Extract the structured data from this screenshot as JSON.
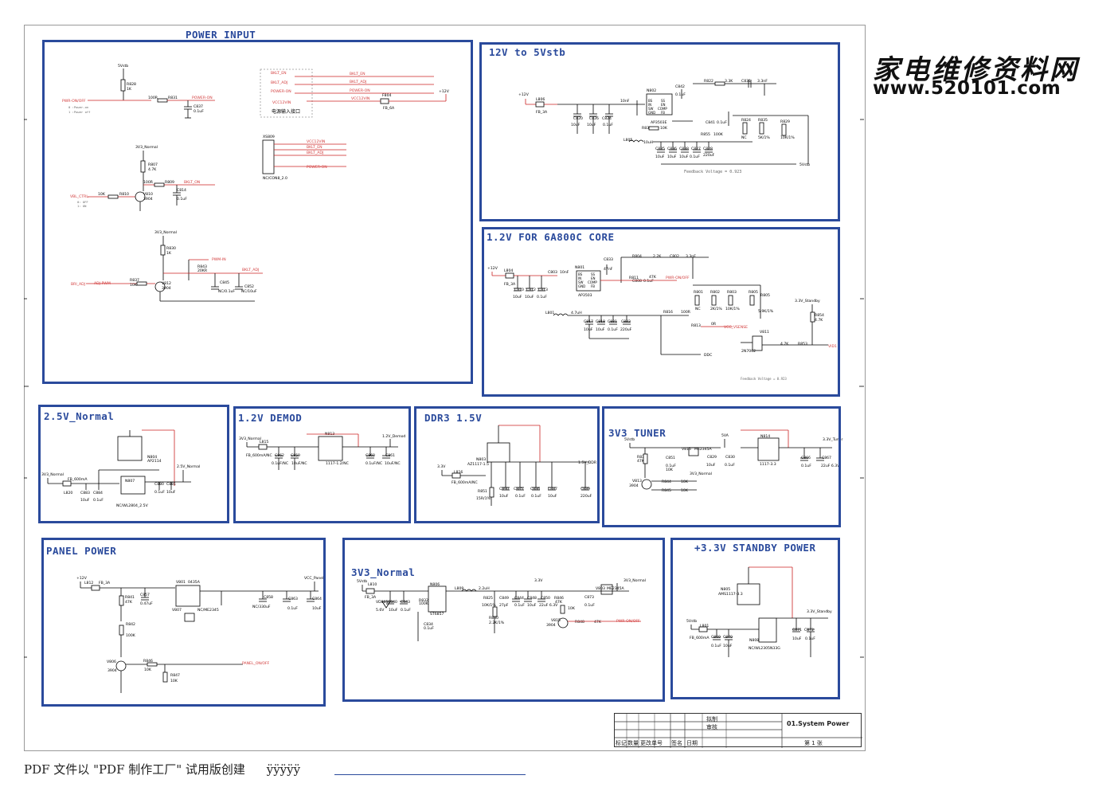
{
  "watermark": {
    "line1": "家电维修资料网",
    "line2": "www.520101.com"
  },
  "footer": {
    "pdf_text": "PDF 文件以 \"PDF 制作工厂\" 试用版创建",
    "link_text": "ÿÿÿÿÿ"
  },
  "panels": {
    "power_input": "POWER INPUT",
    "v12_to_5vstb": "12V to 5Vstb",
    "v12_core": "1.2V FOR 6A800C CORE",
    "v25_normal": "2.5V_Normal",
    "v12_demod": "1.2V  DEMOD",
    "ddr3": "DDR3 1.5V",
    "tuner": "3V3 TUNER",
    "panel_power": "PANEL POWER",
    "v3v3_normal": "3V3_Normal",
    "standby": "+3.3V STANDBY POWER"
  },
  "power_input": {
    "net_5vstb": "5Vstb",
    "r828": "R828",
    "r828_val": "1K",
    "pwr_on_off": "PWR-ON/OFF",
    "note1": "0 :Power-on",
    "note2": "1 :Power off",
    "r831_val": "100R",
    "r831": "R831",
    "power_on": "POWER-ON",
    "c837": "C837",
    "c837_val": "0.1uF",
    "bklt_en_in": "BKLT_EN",
    "bklt_adj_in": "BKLT_ADJ",
    "power_on_in": "POWER-ON",
    "vcc12vin": "VCC12VIN",
    "bklt_en_out": "BKLT_EN",
    "bklt_adj_out": "BKLT_ADJ",
    "power_on_out": "POWER-ON",
    "vcc12vin_out": "VCC12VIN",
    "f804": "F804",
    "f804_val": "FB_6A",
    "plus12v": "+12V",
    "interface_label": "电源输入接口",
    "xs809": "XS809",
    "conn": "NC/CON8_2.0",
    "xs_vcc12vin": "VCC12VIN",
    "xs_bklt_en": "BKLT_EN",
    "xs_bklt_adj": "BKLT_ADJ",
    "xs_power_on": "POWER-ON",
    "v3v3_normal": "3V3_Normal",
    "r807": "R807",
    "r807_val": "4.7K",
    "r809_val": "100R",
    "r809": "R809",
    "bklt_on": "BKLT_ON",
    "vbl_ctrl": "VBL_CTRL",
    "vbl_note1": "0: OFF",
    "vbl_note2": "1: ON",
    "r810_val": "10K",
    "r810": "R810",
    "v810": "V810",
    "v810_val": "3904",
    "c814": "C814",
    "c814_val": "0.1uF",
    "v3v3_normal2": "3V3_Normal",
    "r830": "R830",
    "r830_val": "1K",
    "pwm_in": "PWM-IN",
    "r843": "R843",
    "r843_val": "20KR",
    "bklt_adj2": "BKLT_ADJ",
    "bri_adj": "BRI_ADJ",
    "adj_pwm": "ADJ-PWM",
    "r837": "R837",
    "r837_val": "10K",
    "v812": "V812",
    "v812_val": "3904",
    "c845": "C845",
    "c845_val": "NC/0.1uF",
    "c852": "C852",
    "c852_val": "NC/10uF"
  },
  "stb12": {
    "plus12v": "+12V",
    "l806": "L806",
    "l806_val": "FB_3A",
    "c820": "C820",
    "c826": "C826",
    "c824": "C824",
    "c10uf": "10uF",
    "c01uf": "0.1uF",
    "c825_val": "10nF",
    "n802": "N802",
    "ic": "AP3503E",
    "pins_l": [
      "BS",
      "IN",
      "SW",
      "GND"
    ],
    "pins_r": [
      "SS",
      "EN",
      "COMP",
      "FB"
    ],
    "c842": "C842",
    "c842_val": "0.1uF",
    "r822": "R822",
    "r822_val": "3.3K",
    "c831": "C831",
    "c831_val": "3.3nF",
    "r834": "R834",
    "r834_val": "10K",
    "c841": "C841",
    "c841_val": "0.1uF",
    "r855": "R855",
    "r855_val": "100K",
    "r824": "R824",
    "r824_val": "NC",
    "r835": "R835",
    "r835_val": "5K/1%",
    "r829": "R829",
    "r829_val": "10K/1%",
    "l805": "L805",
    "l805_val": "10uH",
    "caps": [
      "C835",
      "C836",
      "C838",
      "C827",
      "C828"
    ],
    "cap_vals": [
      "10uF",
      "10uF",
      "10uF",
      "0.1uF",
      "220uF"
    ],
    "out": "5Vstb",
    "fb": "Feedback Voltage = 0.923"
  },
  "core": {
    "plus12v": "+12V",
    "l804": "L804",
    "l804_val": "FB_3A",
    "c810": "C810",
    "c812": "C812",
    "c813": "C813",
    "c803": "C803",
    "c803_val": "10nF",
    "c10uf": "10uF",
    "c01uf": "0.1uF",
    "n801": "N801",
    "ic": "AP3503",
    "pins_l": [
      "BS",
      "IN",
      "SW",
      "GND"
    ],
    "pins_r": [
      "SS",
      "EN",
      "COMP",
      "FB"
    ],
    "c833": "C833",
    "c833_val": "47nF",
    "r804": "R804",
    "r804_val": "2.2K",
    "c802": "C802",
    "c802_val": "3.3nF",
    "r811": "R811",
    "r811_val": "47K",
    "c808": "C808",
    "c808_val": "0.1uF",
    "pwr_on_off": "PWR-ON/OFF",
    "l801": "L801",
    "l801_val": "4.7uH",
    "caps": [
      "C817",
      "C818",
      "C821",
      "C822"
    ],
    "cap_vals": [
      "10uF",
      "10uF",
      "0.1uF",
      "220uF"
    ],
    "r801": "R801",
    "r801_val": "NC",
    "r802": "R802",
    "r802_val": "2K/1%",
    "r803": "R803",
    "r803_val": "10K/1%",
    "r805": "R805",
    "r805_val": "5.9K/1%",
    "r816": "R816",
    "r816_val": "100R",
    "r813": "R813",
    "r813_val": "0R",
    "vcc_vsense": "VCC_VSENSE",
    "ddc": "DDC",
    "v3v3_standby": "3.3V_Standby",
    "r854": "R854",
    "r854_val": "4.7K",
    "v811": "V811",
    "q": "2N7002",
    "r853": "R853",
    "r853_val": "4.7K",
    "vid1": "VID1",
    "fb": "Feedback Voltage = 0.923"
  },
  "v25": {
    "in": "3V3_Normal",
    "l820": "L820",
    "l820_val": "FB_600mA",
    "c883": "C883",
    "c884": "C884",
    "c883_val": "10uF",
    "c884_val": "0.1uF",
    "n804": "N804",
    "n804_val": "AP2114",
    "n807": "N807",
    "n807_val": "NC/WL2804_2.5V",
    "c880": "C880",
    "c881": "C881",
    "c880_val": "0.1uF",
    "c881_val": "10uF",
    "out": "2.5V_Normal"
  },
  "demod": {
    "in": "3V3_Normal",
    "l815": "L815",
    "l815_val": "FB_600mA/NC",
    "c862": "C862",
    "c859": "C859",
    "c862_val": "0.1uF/NC",
    "c859_val": "10uF/NC",
    "n813": "N813",
    "n813_val": "1117-1.2/NC",
    "c860": "C860",
    "c861": "C861",
    "c860_val": "0.1uF/NC",
    "c861_val": "10uF/NC",
    "out": "1.2V_Demod"
  },
  "ddr": {
    "in": "3.3V",
    "l816": "L816",
    "l816_val": "FB_600mA/NC",
    "n803": "N803",
    "n803_val": "AZ1117-1.5",
    "r851": "R851",
    "r851_val": "15R/1%",
    "c890": "C890",
    "c885": "C885",
    "c886": "C886",
    "c887": "C887",
    "c889": "C889",
    "c890_val": "10uF",
    "c885_val": "0.1uF",
    "c886_val": "0.1uF",
    "c887_val": "10uF",
    "c889_val": "220uF",
    "out": "1.5V_DDR"
  },
  "tuner": {
    "in": "5Vstb",
    "r839": "R839",
    "r839_val": "47K",
    "c851": "C851",
    "c851_val": "0.1uF",
    "v815": "V815",
    "v815_val": "ME2345A",
    "r836_val": "10K",
    "v5a": "5VA",
    "c829": "C829",
    "c829_val": "10uF",
    "c830": "C830",
    "c830_val": "0.1uF",
    "v3v3n": "3V3_Normal",
    "r844": "R844",
    "r844_val": "10K",
    "r845": "R845",
    "r845_val": "10K",
    "v813": "V813",
    "v813_val": "3904",
    "n814": "N814",
    "n814_val": "1117-3.3",
    "c866": "C866",
    "c866_val": "0.1uF",
    "c867": "C867",
    "c867_val": "22uF 6.3V",
    "out": "3.3V_Tuner"
  },
  "panel": {
    "plus12v": "+12V",
    "l812": "L812",
    "l812_val": "FB_3A",
    "r841": "R841",
    "r841_val": "47K",
    "c857": "C857",
    "c857_val": "0.47uF",
    "v801": "V801",
    "v801_val": "0435A",
    "v807": "V807",
    "v807_val": "NC/ME2345",
    "vcc_panel": "VCC_Panel",
    "c858": "C858",
    "c858_val": "NC/330uF",
    "c863": "C863",
    "c863_val": "0.1uF",
    "c864": "C864",
    "c864_val": "10uF",
    "r842": "R842",
    "r842_val": "100K",
    "v806": "V806",
    "v806_val": "3904",
    "r846": "R846",
    "r846_val": "10K",
    "r847": "R847",
    "r847_val": "10K",
    "panel_on_off": "PANEL_ON/OFF"
  },
  "n3v3": {
    "in": "5Vstb",
    "l810": "L810",
    "l810_val": "FB_3A",
    "vd805": "VD805",
    "vd805_val": "5.6V",
    "c840": "C840",
    "c843": "C843",
    "c840_val": "10uF",
    "c843_val": "0.1uF",
    "r832": "R832",
    "r832_val": "100K",
    "n806": "N806",
    "n806_val": "ST6857",
    "c834": "C834",
    "c834_val": "0.1uF",
    "l809": "L809",
    "l809_val": "2.2uH",
    "r825": "R825",
    "r825_val": "10K/1%",
    "c849": "C849",
    "c849_val": "27pF",
    "r830": "R830",
    "r830_val": "2.2K/1%",
    "c844": "C844",
    "c848": "C848",
    "c850": "C850",
    "c844_val": "0.1uF",
    "c848_val": "10uF",
    "c850_val": "22uF 6.3V",
    "v3v3": "3.3V",
    "r846": "R846",
    "r846_val": "47K",
    "c873": "C873",
    "c873_val": "0.1uF",
    "v803": "V803",
    "v803_val": "ME2345A",
    "out": "3V3_Normal",
    "r845_val": "10K",
    "v815": "V815",
    "v815_val": "3904",
    "r848": "R848",
    "r848_val": "47K",
    "pwr": "PWR-ON/OFF"
  },
  "standby": {
    "n805": "N805",
    "n805_val": "AMS1117-3.3",
    "in": "5Vstb",
    "l801": "L801",
    "l801_val": "FB_600mA",
    "c869": "C869",
    "c870": "C870",
    "c869_val": "0.1uF",
    "c870_val": "10uF",
    "n808": "N808",
    "n808_val": "NC/WL2305N33G",
    "c871": "C871",
    "c872": "C872",
    "c871_val": "10uF",
    "c872_val": "0.1uF",
    "out": "3.3V_Standby"
  },
  "titleblock": {
    "drawn": "拟制",
    "checked": "审核",
    "cols": [
      "标记",
      "数量",
      "更改单号",
      "签名",
      "日期"
    ],
    "title": "01.System Power",
    "page": "第  1  张"
  },
  "colors": {
    "panel_border": "#2a4a9c",
    "wire_red": "#cc2222",
    "net_text": "#d23c3c",
    "component": "#000000"
  }
}
